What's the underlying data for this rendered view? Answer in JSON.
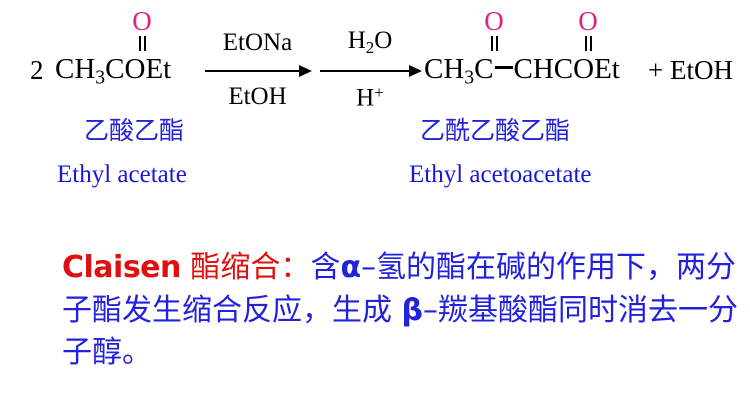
{
  "reaction": {
    "coefficient": "2",
    "reactant": {
      "formula_prefix": "CH",
      "formula_sub": "3",
      "formula_suffix": "COEt",
      "carbonyl_oxygen": "O",
      "name_cn": "乙酸乙酯",
      "name_en": "Ethyl acetate"
    },
    "arrow_1": {
      "reagent_above": "EtONa",
      "reagent_below": "EtOH"
    },
    "arrow_2": {
      "reagent_above_prefix": "H",
      "reagent_above_sub": "2",
      "reagent_above_suffix": "O",
      "reagent_below_prefix": "H",
      "reagent_below_sup": "+"
    },
    "product": {
      "part_1_prefix": "CH",
      "part_1_sub": "3",
      "part_1_suffix": "C",
      "part_2": "CHCOEt",
      "carbonyl_oxygen_1": "O",
      "carbonyl_oxygen_2": "O",
      "name_cn": "乙酰乙酸乙酯",
      "name_en": "Ethyl acetoacetate"
    },
    "byproduct": "+ EtOH"
  },
  "description": {
    "term": "Claisen",
    "heading_cn": " 酯缩合：",
    "body_part_1": "含",
    "alpha": "α",
    "body_part_2": "–氢的酯在碱的作用下，两分子酯发生缩合反应，生成 ",
    "beta": "β",
    "body_part_3": "–羰基酸酯同时消去一分子醇。"
  },
  "colors": {
    "carbonyl_oxygen": "#e0218a",
    "label_blue": "#2222dd",
    "highlight_red": "#e01010",
    "background": "#ffffff"
  }
}
